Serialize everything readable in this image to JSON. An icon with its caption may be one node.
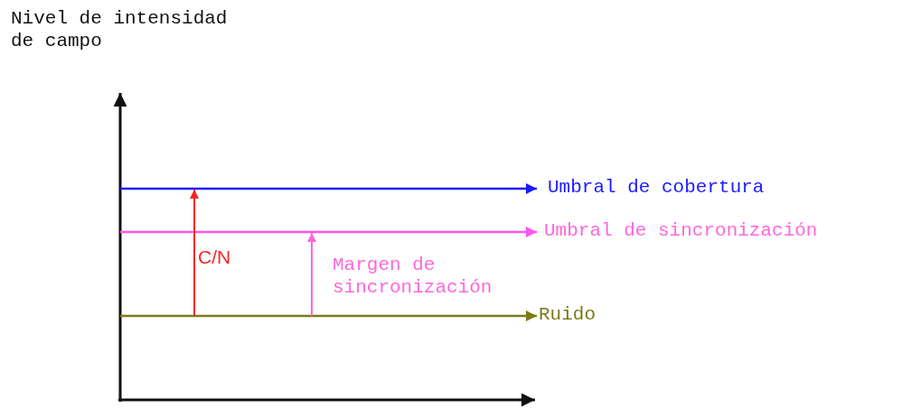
{
  "diagram": {
    "nodes": [
      {
        "text": [
          "Umbral de cobertura"
        ]
      },
      {
        "text": [
          "Umbral de sincronización"
        ]
      },
      {
        "text": [
          "Ruido"
        ]
      }
    ],
    "edges": [
      {
        "from": null,
        "to": 0,
        "arrow": "to",
        "color": "#1a1aff"
      },
      {
        "from": null,
        "to": 1,
        "arrow": "to",
        "color": "#ff55ee"
      },
      {
        "from": null,
        "to": 2,
        "arrow": "to",
        "color": "#7a7a1a"
      }
    ],
    "labels": [
      "Nivel de intensidad de campo",
      "C/N",
      "Margen de sincronización"
    ]
  }
}
